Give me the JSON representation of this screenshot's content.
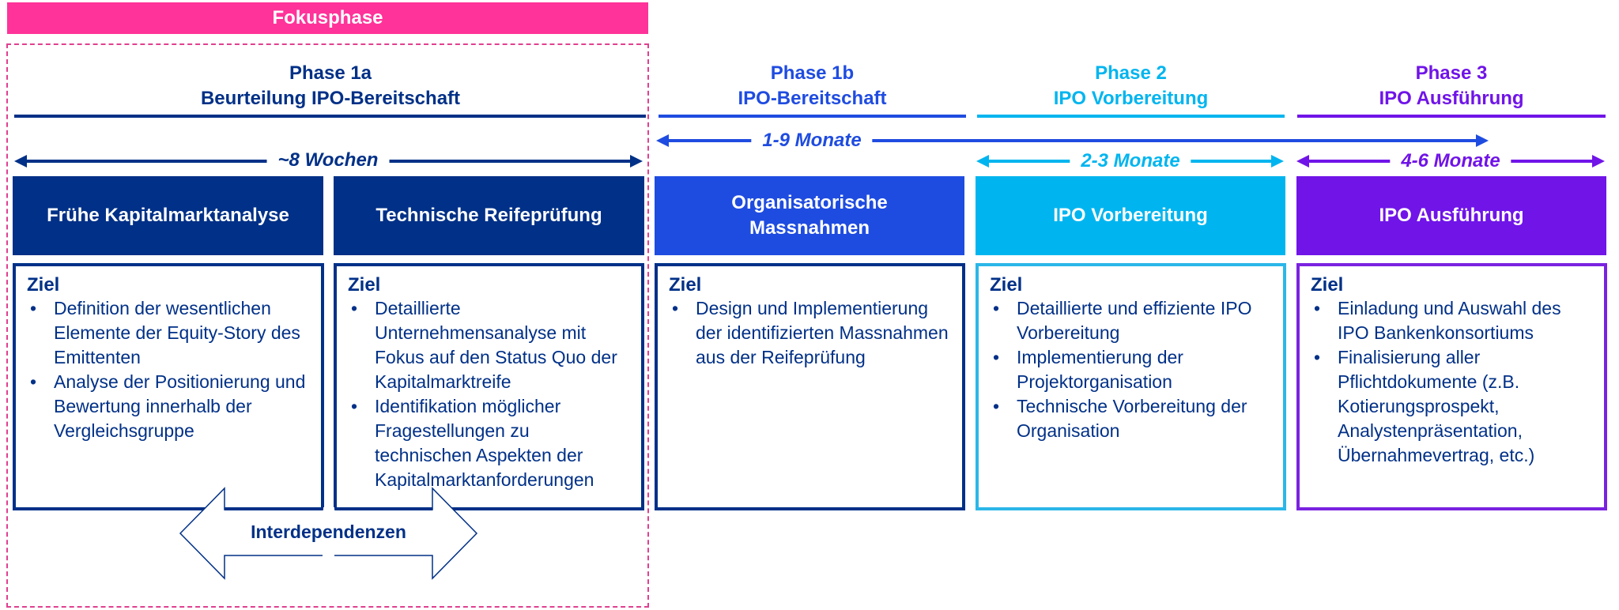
{
  "colors": {
    "focus": "#FF3399",
    "navy": "#003087",
    "blue": "#1F4CE0",
    "cyan": "#00B5EF",
    "purple": "#7014E8"
  },
  "focus_label": "Fokusphase",
  "phases": [
    {
      "id": "1a",
      "line1": "Phase 1a",
      "line2": "Beurteilung IPO-Bereitschaft"
    },
    {
      "id": "1b",
      "line1": "Phase 1b",
      "line2": "IPO-Bereitschaft"
    },
    {
      "id": "2",
      "line1": "Phase 2",
      "line2": "IPO Vorbereitung"
    },
    {
      "id": "3",
      "line1": "Phase 3",
      "line2": "IPO Ausführung"
    }
  ],
  "durations": [
    {
      "label": "~8 Wochen",
      "spans": "Phase 1a"
    },
    {
      "label": "1-9 Monate",
      "spans": "Phase 1b – Phase 3"
    },
    {
      "label": "2-3 Monate",
      "spans": "Phase 2"
    },
    {
      "label": "4-6 Monate",
      "spans": "Phase 3"
    }
  ],
  "columns": [
    {
      "title": "Frühe Kapitalmarktanalyse",
      "goal_heading": "Ziel",
      "bullets": [
        "Definition der wesentlichen Elemente der Equity-Story des Emittenten",
        "Analyse der Positionierung und Bewertung innerhalb der Vergleichsgruppe"
      ]
    },
    {
      "title": "Technische Reifeprüfung",
      "goal_heading": "Ziel",
      "bullets": [
        "Detaillierte Unternehmensanalyse mit Fokus auf den Status Quo der Kapitalmarktreife",
        "Identifikation möglicher Fragestellungen zu technischen Aspekten der Kapitalmarktanforderungen"
      ]
    },
    {
      "title": "Organisatorische Massnahmen",
      "goal_heading": "Ziel",
      "bullets": [
        "Design und Implementierung der identifizierten Massnahmen aus der Reifeprüfung"
      ]
    },
    {
      "title": "IPO Vorbereitung",
      "goal_heading": "Ziel",
      "bullets": [
        "Detaillierte und effiziente IPO Vorbereitung",
        "Implementierung der Projektorganisation",
        "Technische Vorbereitung der Organisation"
      ]
    },
    {
      "title": "IPO Ausführung",
      "goal_heading": "Ziel",
      "bullets": [
        "Einladung und Auswahl des IPO Bankenkonsortiums",
        "Finalisierung aller Pflichtdokumente (z.B. Kotierungsprospekt, Analystenpräsentation, Übernahmevertrag, etc.)"
      ]
    }
  ],
  "interdependency_label": "Interdependenzen"
}
